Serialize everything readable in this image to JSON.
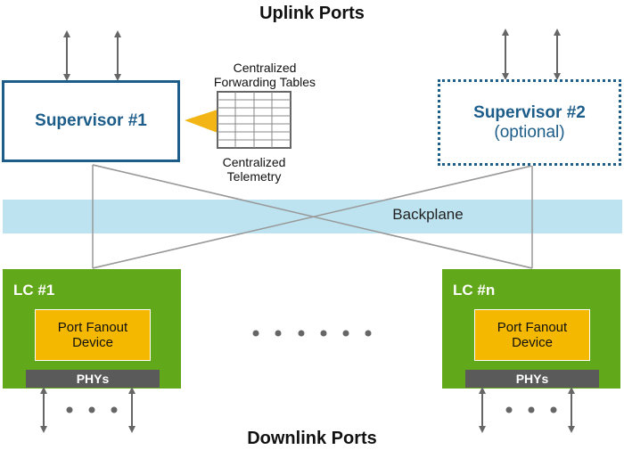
{
  "titles": {
    "uplink": "Uplink Ports",
    "downlink": "Downlink Ports"
  },
  "supervisors": [
    {
      "label": "Supervisor #1",
      "sublabel": "",
      "style": "solid"
    },
    {
      "label": "Supervisor #2",
      "sublabel": "(optional)",
      "style": "dotted"
    }
  ],
  "forwarding": {
    "top_caption_line1": "Centralized",
    "top_caption_line2": "Forwarding Tables",
    "bottom_caption_line1": "Centralized",
    "bottom_caption_line2": "Telemetry",
    "icon": "table-grid-icon"
  },
  "backplane": {
    "label": "Backplane"
  },
  "line_cards": [
    {
      "label": "LC #1",
      "device": "Port Fanout Device",
      "phys": "PHYs"
    },
    {
      "label": "LC #n",
      "device": "Port Fanout Device",
      "phys": "PHYs"
    }
  ],
  "ellipsis": {
    "between_cards_dots": 6,
    "port_dots": 3
  },
  "colors": {
    "supervisor_blue": "#1d5d8a",
    "line_card_green": "#62a81b",
    "fanout_yellow": "#f5b800",
    "phys_gray": "#5a5a5a",
    "backplane_blue": "#bde3f0",
    "arrow_gray": "#666666"
  }
}
